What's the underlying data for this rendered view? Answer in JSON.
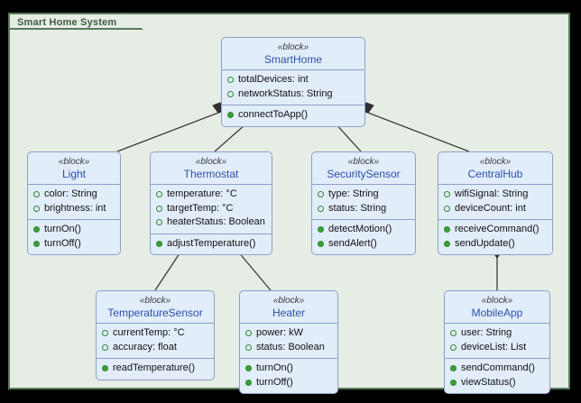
{
  "diagram": {
    "title": "Smart Home System",
    "type": "SysML Block Definition Diagram",
    "background_color": "#e5ede5",
    "frame_border_color": "#5c7a5c",
    "block_fill_color": "#e2edfa",
    "block_border_color": "#8ca0c8",
    "block_name_color": "#2b4fa8",
    "attribute_marker_color": "#2d8a2d",
    "operation_marker_color": "#3aa03a",
    "relationship_type": "composition"
  },
  "blocks": [
    {
      "id": "smarthome",
      "stereotype": "«block»",
      "name": "SmartHome",
      "attributes": [
        {
          "marker": "attribute-circle-icon",
          "text": "totalDevices: int"
        },
        {
          "marker": "attribute-circle-icon",
          "text": "networkStatus: String"
        }
      ],
      "operations": [
        {
          "marker": "operation-circle-icon",
          "text": "connectToApp()"
        }
      ]
    },
    {
      "id": "light",
      "stereotype": "«block»",
      "name": "Light",
      "attributes": [
        {
          "marker": "attribute-circle-icon",
          "text": "color: String"
        },
        {
          "marker": "attribute-circle-icon",
          "text": "brightness: int"
        }
      ],
      "operations": [
        {
          "marker": "operation-circle-icon",
          "text": "turnOn()"
        },
        {
          "marker": "operation-circle-icon",
          "text": "turnOff()"
        }
      ]
    },
    {
      "id": "thermostat",
      "stereotype": "«block»",
      "name": "Thermostat",
      "attributes": [
        {
          "marker": "attribute-circle-icon",
          "text": "temperature: °C"
        },
        {
          "marker": "attribute-circle-icon",
          "text": "targetTemp: °C"
        },
        {
          "marker": "attribute-circle-icon",
          "text": "heaterStatus: Boolean"
        }
      ],
      "operations": [
        {
          "marker": "operation-circle-icon",
          "text": "adjustTemperature()"
        }
      ]
    },
    {
      "id": "securitysensor",
      "stereotype": "«block»",
      "name": "SecuritySensor",
      "attributes": [
        {
          "marker": "attribute-circle-icon",
          "text": "type: String"
        },
        {
          "marker": "attribute-circle-icon",
          "text": "status: String"
        }
      ],
      "operations": [
        {
          "marker": "operation-circle-icon",
          "text": "detectMotion()"
        },
        {
          "marker": "operation-circle-icon",
          "text": "sendAlert()"
        }
      ]
    },
    {
      "id": "centralhub",
      "stereotype": "«block»",
      "name": "CentralHub",
      "attributes": [
        {
          "marker": "attribute-circle-icon",
          "text": "wifiSignal: String"
        },
        {
          "marker": "attribute-circle-icon",
          "text": "deviceCount: int"
        }
      ],
      "operations": [
        {
          "marker": "operation-circle-icon",
          "text": "receiveCommand()"
        },
        {
          "marker": "operation-circle-icon",
          "text": "sendUpdate()"
        }
      ]
    },
    {
      "id": "temperaturesensor",
      "stereotype": "«block»",
      "name": "TemperatureSensor",
      "attributes": [
        {
          "marker": "attribute-circle-icon",
          "text": "currentTemp: °C"
        },
        {
          "marker": "attribute-circle-icon",
          "text": "accuracy: float"
        }
      ],
      "operations": [
        {
          "marker": "operation-circle-icon",
          "text": "readTemperature()"
        }
      ]
    },
    {
      "id": "heater",
      "stereotype": "«block»",
      "name": "Heater",
      "attributes": [
        {
          "marker": "attribute-circle-icon",
          "text": "power: kW"
        },
        {
          "marker": "attribute-circle-icon",
          "text": "status: Boolean"
        }
      ],
      "operations": [
        {
          "marker": "operation-circle-icon",
          "text": "turnOn()"
        },
        {
          "marker": "operation-circle-icon",
          "text": "turnOff()"
        }
      ]
    },
    {
      "id": "mobileapp",
      "stereotype": "«block»",
      "name": "MobileApp",
      "attributes": [
        {
          "marker": "attribute-circle-icon",
          "text": "user: String"
        },
        {
          "marker": "attribute-circle-icon",
          "text": "deviceList: List"
        }
      ],
      "operations": [
        {
          "marker": "operation-circle-icon",
          "text": "sendCommand()"
        },
        {
          "marker": "operation-circle-icon",
          "text": "viewStatus()"
        }
      ]
    }
  ],
  "relationships": [
    {
      "from": "SmartHome",
      "to": "Light",
      "kind": "composition"
    },
    {
      "from": "SmartHome",
      "to": "Thermostat",
      "kind": "composition"
    },
    {
      "from": "SmartHome",
      "to": "SecuritySensor",
      "kind": "composition"
    },
    {
      "from": "SmartHome",
      "to": "CentralHub",
      "kind": "composition"
    },
    {
      "from": "Thermostat",
      "to": "TemperatureSensor",
      "kind": "composition"
    },
    {
      "from": "Thermostat",
      "to": "Heater",
      "kind": "composition"
    },
    {
      "from": "CentralHub",
      "to": "MobileApp",
      "kind": "composition"
    }
  ]
}
